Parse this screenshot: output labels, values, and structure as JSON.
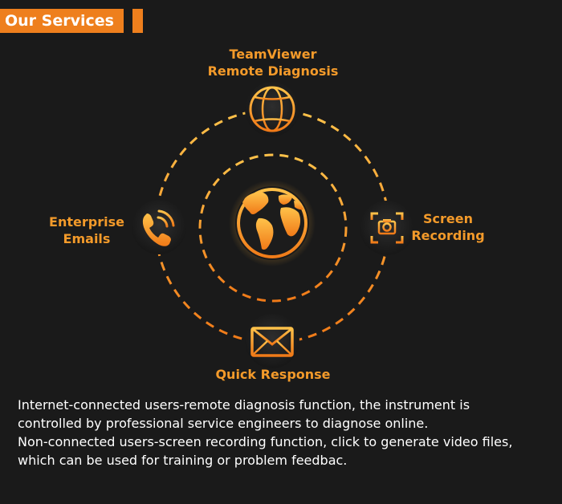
{
  "header": {
    "title": "Our Services"
  },
  "services": {
    "top": {
      "line1": "TeamViewer",
      "line2": "Remote Diagnosis",
      "icon": "globe-grid-icon"
    },
    "left": {
      "line1": "Enterprise",
      "line2": "Emails",
      "icon": "phone-icon"
    },
    "right": {
      "line1": "Screen",
      "line2": "Recording",
      "icon": "screen-record-icon"
    },
    "bottom": {
      "line1": "Quick Response",
      "icon": "envelope-icon"
    },
    "center": {
      "icon": "world-map-globe-icon"
    }
  },
  "description": {
    "line1": "Internet-connected users-remote diagnosis function, the instrument is",
    "line2": "controlled by professional service engineers to diagnose online.",
    "line3": "Non-connected users-screen recording function, click to generate video files,",
    "line4": "which can be used for training or problem feedbac."
  },
  "colors": {
    "accent": "#ee7f1d",
    "label": "#f39a2a",
    "background": "#1a1a1a",
    "text": "#ffffff"
  }
}
